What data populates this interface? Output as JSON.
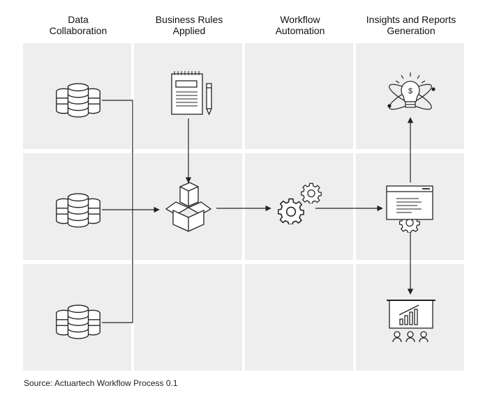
{
  "columns": [
    {
      "line1": "Data",
      "line2": "Collaboration"
    },
    {
      "line1": "Business Rules",
      "line2": "Applied"
    },
    {
      "line1": "Workflow",
      "line2": "Automation"
    },
    {
      "line1": "Insights and Reports",
      "line2": "Generation"
    }
  ],
  "source": "Source: Actuartech Workflow Process 0.1",
  "colors": {
    "panel": "#eeeeee",
    "line": "#222222",
    "background": "#ffffff"
  },
  "nodes": [
    {
      "name": "database-icon-top",
      "column": 0,
      "row": 0
    },
    {
      "name": "database-icon-middle",
      "column": 0,
      "row": 1
    },
    {
      "name": "database-icon-bottom",
      "column": 0,
      "row": 2
    },
    {
      "name": "notepad-pencil-icon",
      "column": 1,
      "row": 0
    },
    {
      "name": "open-box-icon",
      "column": 1,
      "row": 1
    },
    {
      "name": "gears-icon",
      "column": 2,
      "row": 1
    },
    {
      "name": "lightbulb-atom-icon",
      "column": 3,
      "row": 0
    },
    {
      "name": "browser-window-gear-icon",
      "column": 3,
      "row": 1
    },
    {
      "name": "presentation-board-icon",
      "column": 3,
      "row": 2
    }
  ]
}
